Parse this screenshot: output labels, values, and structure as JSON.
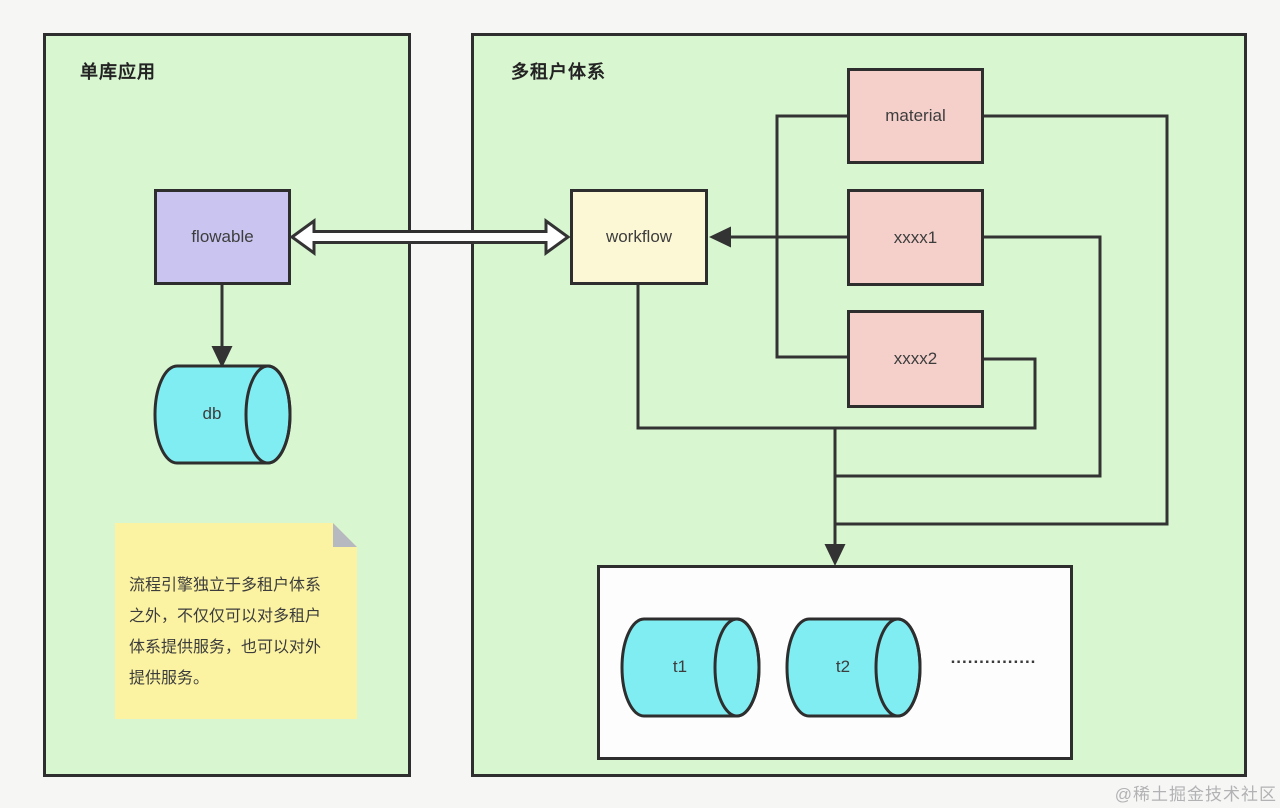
{
  "colors": {
    "background": "#f6f7f5",
    "panel_green": "#d8f6d0",
    "node_purple": "#c9c5f0",
    "node_yellow": "#fcf8d5",
    "node_pink": "#f5d0cb",
    "cylinder_cyan": "#80edf3",
    "note_yellow": "#fbf3a2",
    "note_fold_gray": "#b6bac0",
    "container_white": "#fdfdfd",
    "line_dark": "#333333",
    "watermark_gray": "#b2b2b4"
  },
  "panels": {
    "left": {
      "title": "单库应用"
    },
    "right": {
      "title": "多租户体系"
    }
  },
  "nodes": {
    "flowable": {
      "label": "flowable"
    },
    "workflow": {
      "label": "workflow"
    },
    "material": {
      "label": "material"
    },
    "xxxx1": {
      "label": "xxxx1"
    },
    "xxxx2": {
      "label": "xxxx2"
    }
  },
  "cylinders": {
    "db": {
      "label": "db"
    },
    "t1": {
      "label": "t1"
    },
    "t2": {
      "label": "t2"
    }
  },
  "tenant_container": {
    "dots": "..............."
  },
  "note": {
    "text": "流程引擎独立于多租户体系\n之外，不仅仅可以对多租户\n体系提供服务，也可以对外\n提供服务。"
  },
  "watermark": {
    "text": "@稀土掘金技术社区"
  }
}
